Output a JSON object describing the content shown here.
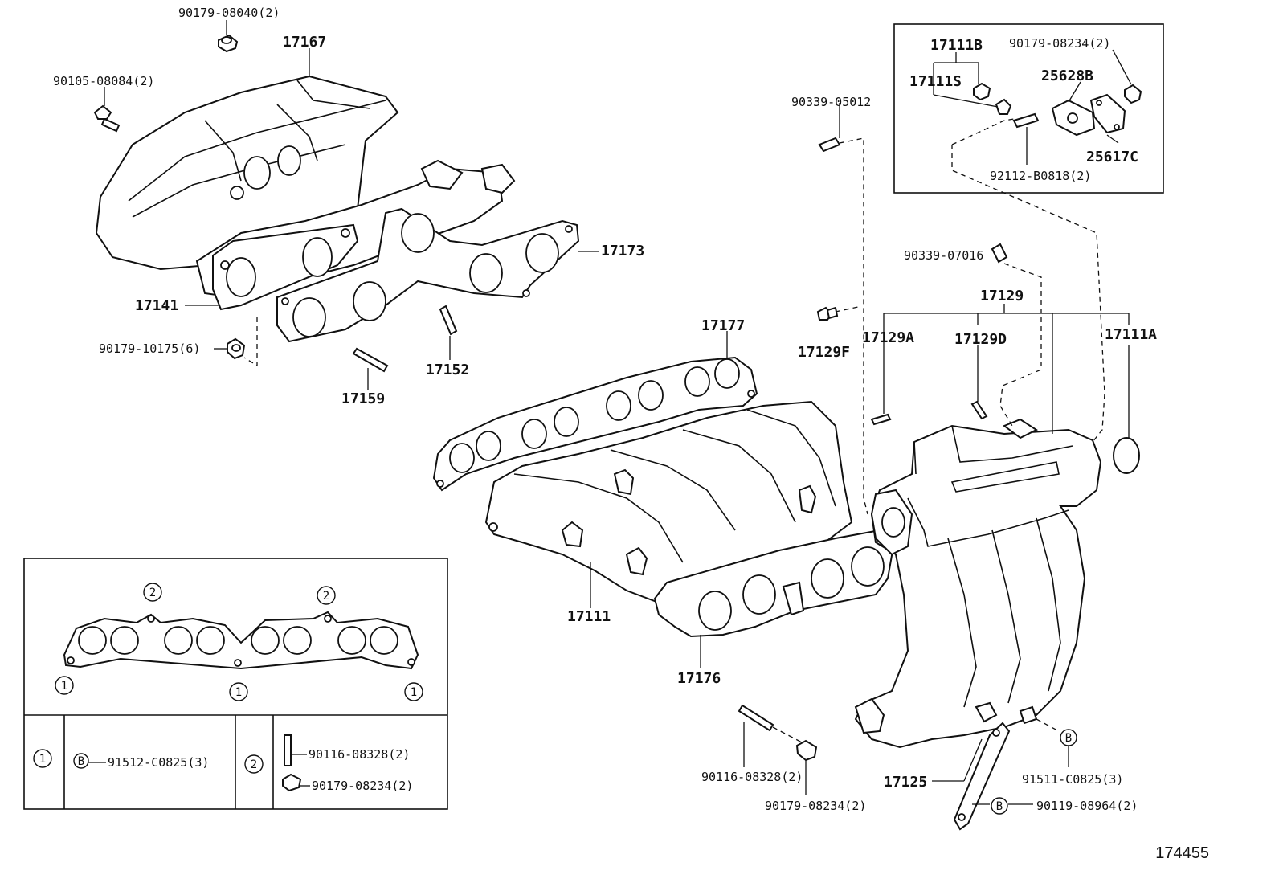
{
  "drawing_id": "174455",
  "labels": {
    "p90179_08040": "90179-08040(2)",
    "p17167": "17167",
    "p90105_08084": "90105-08084(2)",
    "p17173": "17173",
    "p17141": "17141",
    "p90179_10175": "90179-10175(6)",
    "p17152": "17152",
    "p17159": "17159",
    "p90339_05012": "90339-05012",
    "p17111B": "17111B",
    "p17111S": "17111S",
    "p90179_08234_top": "90179-08234(2)",
    "p25628B": "25628B",
    "p25617C": "25617C",
    "p92112_B0818": "92112-B0818(2)",
    "p90339_07016": "90339-07016",
    "p17129": "17129",
    "p17177": "17177",
    "p17129F": "17129F",
    "p17129A": "17129A",
    "p17129D": "17129D",
    "p17111A": "17111A",
    "p17111": "17111",
    "p17176": "17176",
    "p90116_08328": "90116-08328(2)",
    "p90179_08234_bottom": "90179-08234(2)",
    "p17125": "17125",
    "p91511_C0825": "91511-C0825(3)",
    "p90119_08964": "90119-08964(2)"
  },
  "markers": {
    "circle_1": "1",
    "circle_2": "2",
    "circle_B": "B"
  },
  "legend": {
    "row1_key": "1",
    "row1_part": "91512-C0825(3)",
    "row2_key": "2",
    "row2_part_a": "90116-08328(2)",
    "row2_part_b": "90179-08234(2)"
  }
}
